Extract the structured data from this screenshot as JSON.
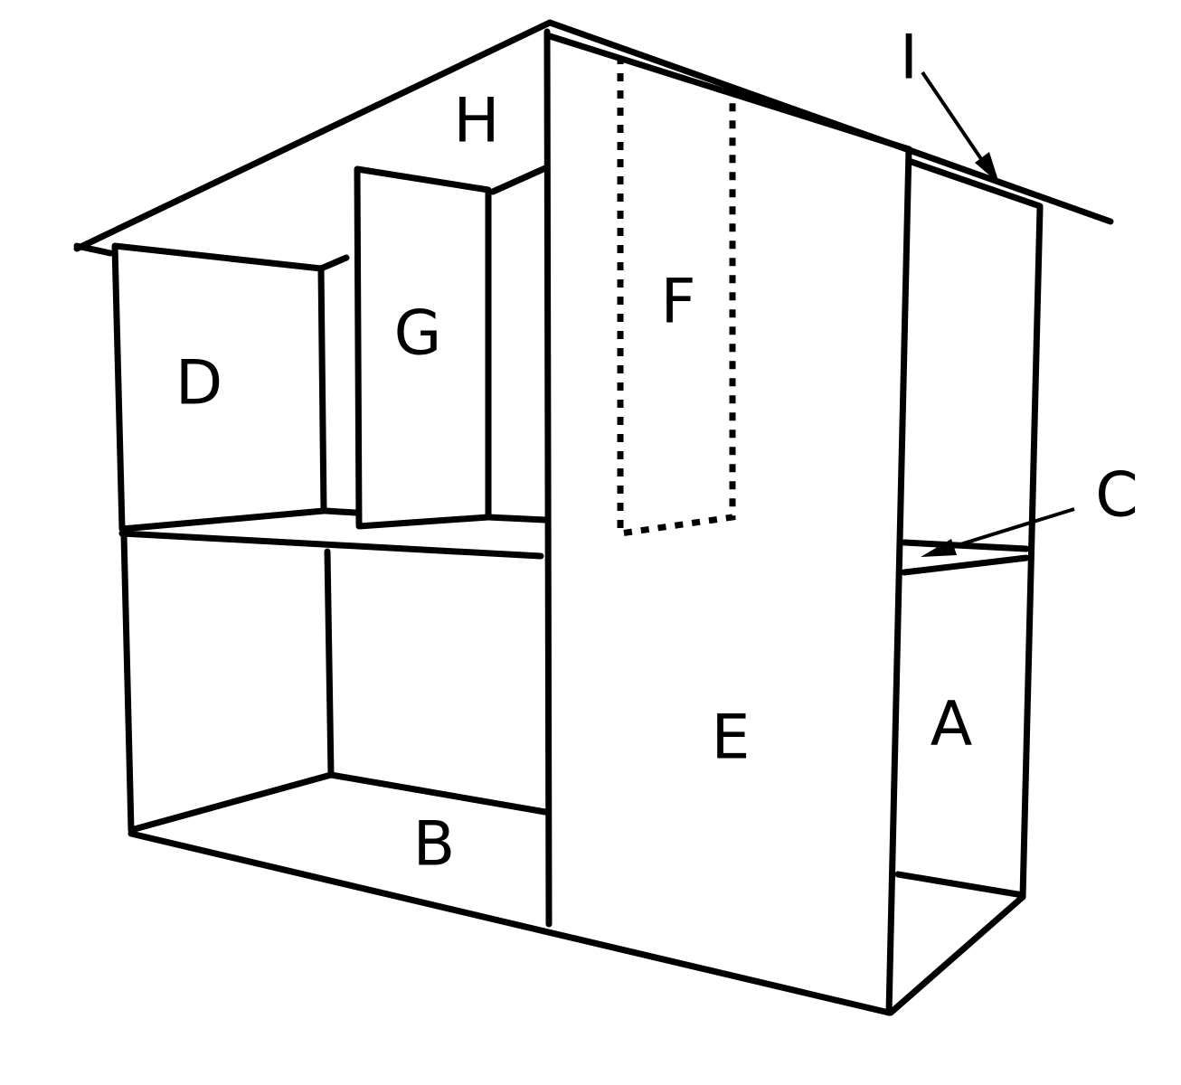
{
  "diagram": {
    "labels": {
      "a": "A",
      "b": "B",
      "c": "C",
      "d": "D",
      "e": "E",
      "f": "F",
      "g": "G",
      "h": "H",
      "i": "I"
    },
    "colors": {
      "line": "#000000",
      "background": "#ffffff"
    }
  }
}
